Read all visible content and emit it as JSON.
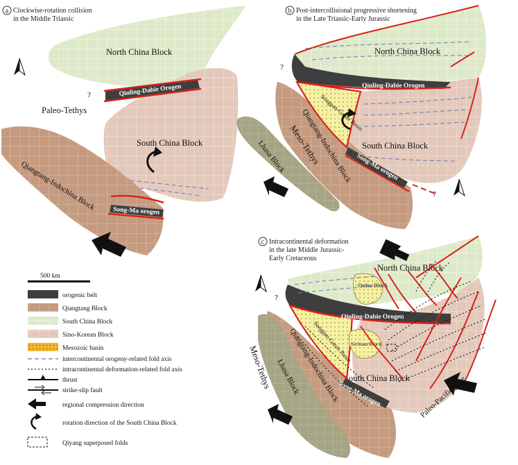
{
  "panels": {
    "a": {
      "letter": "a",
      "caption_line1": "Clockwise-rotation collision",
      "caption_line2": "in the Middle Triassic",
      "labels": {
        "north_china": "North China Block",
        "south_china": "South China Block",
        "paleo_tethys": "Paleo-Tethys",
        "qiangtang": "Qiangtang-Indochina Block",
        "qinling": "Qinling-Dabie Orogen",
        "songma": "Song-Ma orogen",
        "question": "?"
      }
    },
    "b": {
      "letter": "b",
      "caption_line1": "Post-intercollisional progressive shortening",
      "caption_line2": "in the Late Triassic-Early Jurassic",
      "labels": {
        "north_china": "North China Block",
        "south_china": "South China Block",
        "meso_tethys": "Meso-Tethys",
        "lhasa": "Lhasa Block",
        "qiangtang": "Qiangtang-Indochina Block",
        "songpan": "Songpan-Ganze Basin",
        "qinling": "Qinling-Dabie Orogen",
        "songma": "Song-Ma orogen",
        "question": "?"
      }
    },
    "c": {
      "letter": "c",
      "caption_line1": "Intracontinental deformation",
      "caption_line2": "in the late Middle Jurassic-",
      "caption_line3": "Early Cretaceous",
      "labels": {
        "north_china": "North China Block",
        "south_china": "South China Block",
        "meso_tethys": "Meso-Tethys",
        "lhasa": "Lhasa Block",
        "qiangtang": "Qiangtang-Indochina Block",
        "songpan": "Songpan-Ganze Basin",
        "qinling": "Qinling-Dabie Orogen",
        "songma": "Song-Ma orogen",
        "ordos": "Ordos Block",
        "sichuan": "Sichuan Block",
        "paleo_pacific": "Paleo-Pacific plate",
        "question": "?"
      }
    }
  },
  "scale_bar": "500 km",
  "legend": [
    {
      "key": "orogenic_belt",
      "label": "orogenic belt"
    },
    {
      "key": "qiangtang",
      "label": "Qiangtang Block"
    },
    {
      "key": "south_china",
      "label": "South China Block"
    },
    {
      "key": "sino_korean",
      "label": "Sino-Korean Block"
    },
    {
      "key": "mesozoic_basin",
      "label": "Mesozoic basin"
    },
    {
      "key": "orogeny_fold",
      "label": "intercontinental orogeny-related fold axis"
    },
    {
      "key": "intra_fold",
      "label": "intracontinental deformation-related fold axis"
    },
    {
      "key": "thrust",
      "label": "thrust"
    },
    {
      "key": "strike_slip",
      "label": "strike-slip fault"
    },
    {
      "key": "compression",
      "label": "regional compression direction"
    },
    {
      "key": "rotation",
      "label": "rotation direction of the South China Block"
    },
    {
      "key": "qiyang",
      "label": "Qiyang superposed folds"
    }
  ],
  "colors": {
    "north_china": "#dde9c9",
    "south_china": "#e3c9bb",
    "qiangtang": "#c59b80",
    "lhasa": "#a5a484",
    "orogen": "#3e3e3e",
    "basin": "#f6f0a2",
    "fault": "#d7221b"
  }
}
